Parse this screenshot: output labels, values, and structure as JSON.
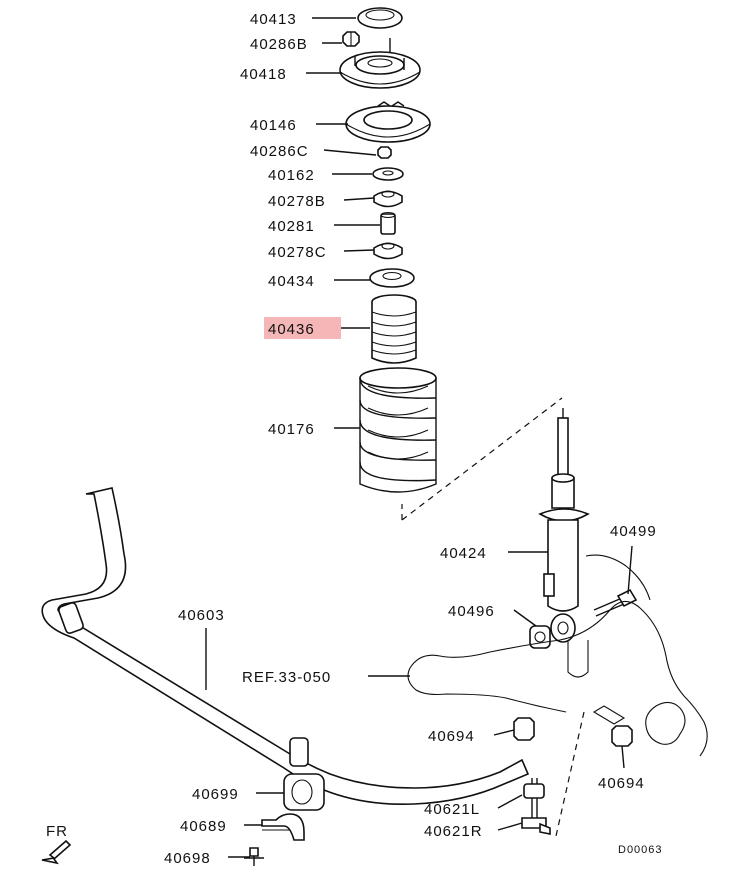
{
  "diagram": {
    "callouts": {
      "c40413": "40413",
      "c40286B": "40286B",
      "c40418": "40418",
      "c40146": "40146",
      "c40286C": "40286C",
      "c40162": "40162",
      "c40278B": "40278B",
      "c40281": "40281",
      "c40278C": "40278C",
      "c40434": "40434",
      "c40436": "40436",
      "c40176": "40176",
      "c40499": "40499",
      "c40424": "40424",
      "c40496": "40496",
      "c40603": "40603",
      "cREF": "REF.33-050",
      "c40694a": "40694",
      "c40694b": "40694",
      "c40699": "40699",
      "c40689": "40689",
      "c40698": "40698",
      "c40621L": "40621L",
      "c40621R": "40621R"
    },
    "highlighted_part": "40436",
    "highlight_color": "#f4b6b6",
    "fr_label": "FR",
    "diagram_id": "D00063"
  }
}
